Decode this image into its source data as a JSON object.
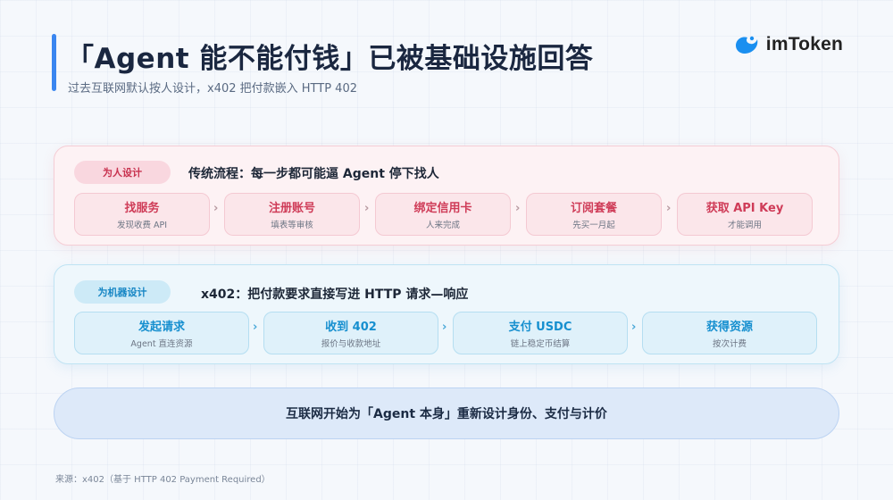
{
  "header": {
    "title": "「Agent 能不能付钱」已被基础设施回答",
    "subtitle": "过去互联网默认按人设计，x402 把付款嵌入 HTTP 402"
  },
  "brand": {
    "name": "imToken",
    "icon": "imtoken-logo-icon",
    "color": "#1a8ff0"
  },
  "human_flow": {
    "tag": "为人设计",
    "heading": "传统流程：每一步都可能逼 Agent 停下找人",
    "steps": [
      {
        "title": "找服务",
        "sub": "发现收费 API"
      },
      {
        "title": "注册账号",
        "sub": "填表等审核"
      },
      {
        "title": "绑定信用卡",
        "sub": "人来完成"
      },
      {
        "title": "订阅套餐",
        "sub": "先买一月起"
      },
      {
        "title": "获取 API Key",
        "sub": "才能调用"
      }
    ],
    "arrow": "›"
  },
  "machine_flow": {
    "tag": "为机器设计",
    "heading": "x402：把付款要求直接写进 HTTP 请求—响应",
    "steps": [
      {
        "title": "发起请求",
        "sub": "Agent 直连资源"
      },
      {
        "title": "收到 402",
        "sub": "报价与收款地址"
      },
      {
        "title": "支付 USDC",
        "sub": "链上稳定币结算"
      },
      {
        "title": "获得资源",
        "sub": "按次计费"
      }
    ],
    "arrow": "›"
  },
  "conclusion": "互联网开始为「Agent 本身」重新设计身份、支付与计价",
  "source": "来源：x402（基于 HTTP 402 Payment Required）",
  "colors": {
    "accent": "#3a86f0",
    "human": "#cf3c58",
    "machine": "#168fcf"
  }
}
